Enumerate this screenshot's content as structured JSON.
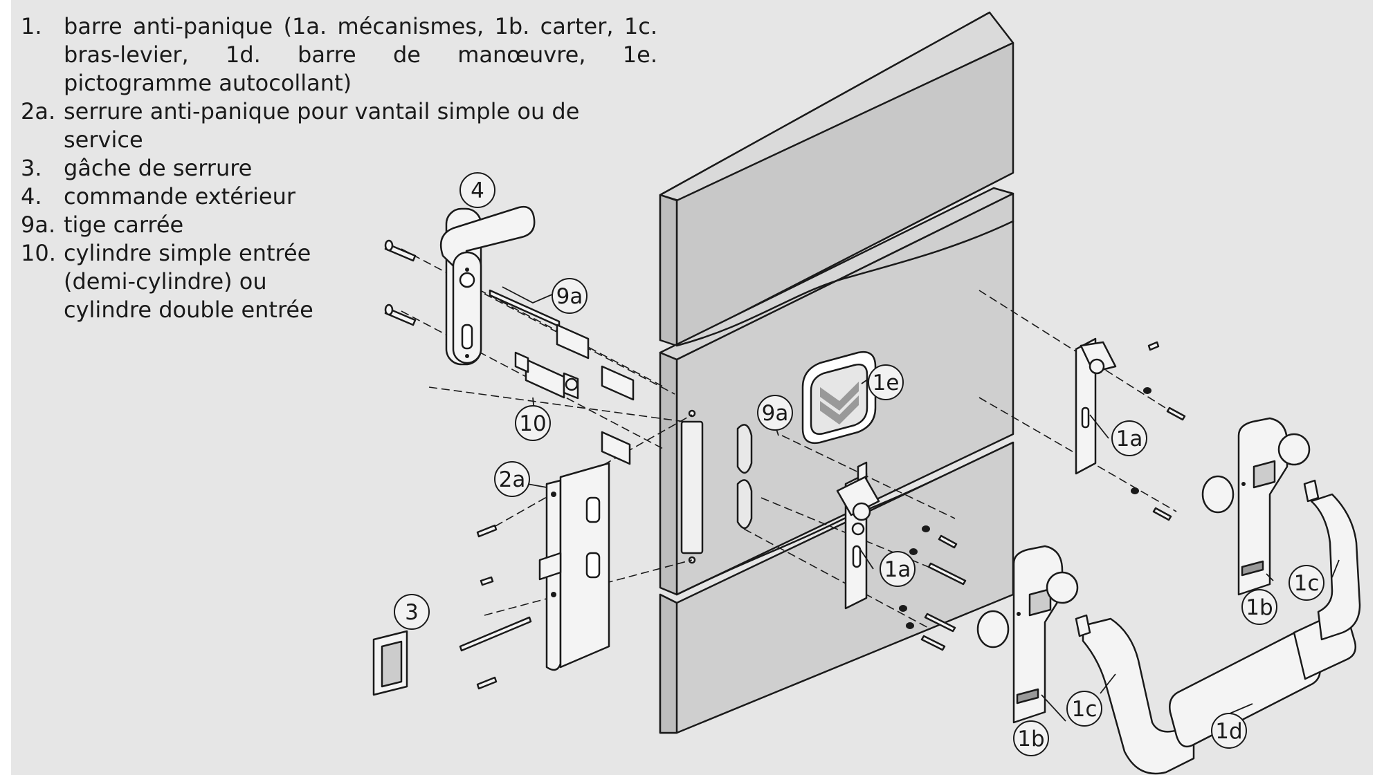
{
  "legend": {
    "items": [
      {
        "num": "1.",
        "text": "barre anti-panique (1a. mécanismes, 1b. carter, 1c. bras-levier, 1d. barre de manœuvre, 1e. pictogramme autocollant)"
      },
      {
        "num": "2a.",
        "text": "serrure anti-panique pour vantail simple ou de service"
      },
      {
        "num": "3.",
        "text": "gâche de serrure"
      },
      {
        "num": "4.",
        "text": "commande extérieur"
      },
      {
        "num": "9a.",
        "text": "tige carrée"
      },
      {
        "num": "10.",
        "text": "cylindre simple entrée"
      }
    ],
    "item10_line2": "(demi-cylindre) ou",
    "item10_line3": "cylindre double entrée"
  },
  "callouts": {
    "c4": "4",
    "c9a_top": "9a",
    "c10": "10",
    "c2a": "2a",
    "c3": "3",
    "c1e": "1e",
    "c9a_mid": "9a",
    "c1a_mid": "1a",
    "c1a_right": "1a",
    "c1b_left": "1b",
    "c1c_left": "1c",
    "c1d": "1d",
    "c1b_right": "1b",
    "c1c_right": "1c"
  },
  "colors": {
    "background": "#e6e6e6",
    "door_front": "#cfcfcf",
    "door_side": "#bdbdbd",
    "door_top": "#dadada",
    "parts": "#f4f4f4",
    "line": "#1a1a1a"
  }
}
